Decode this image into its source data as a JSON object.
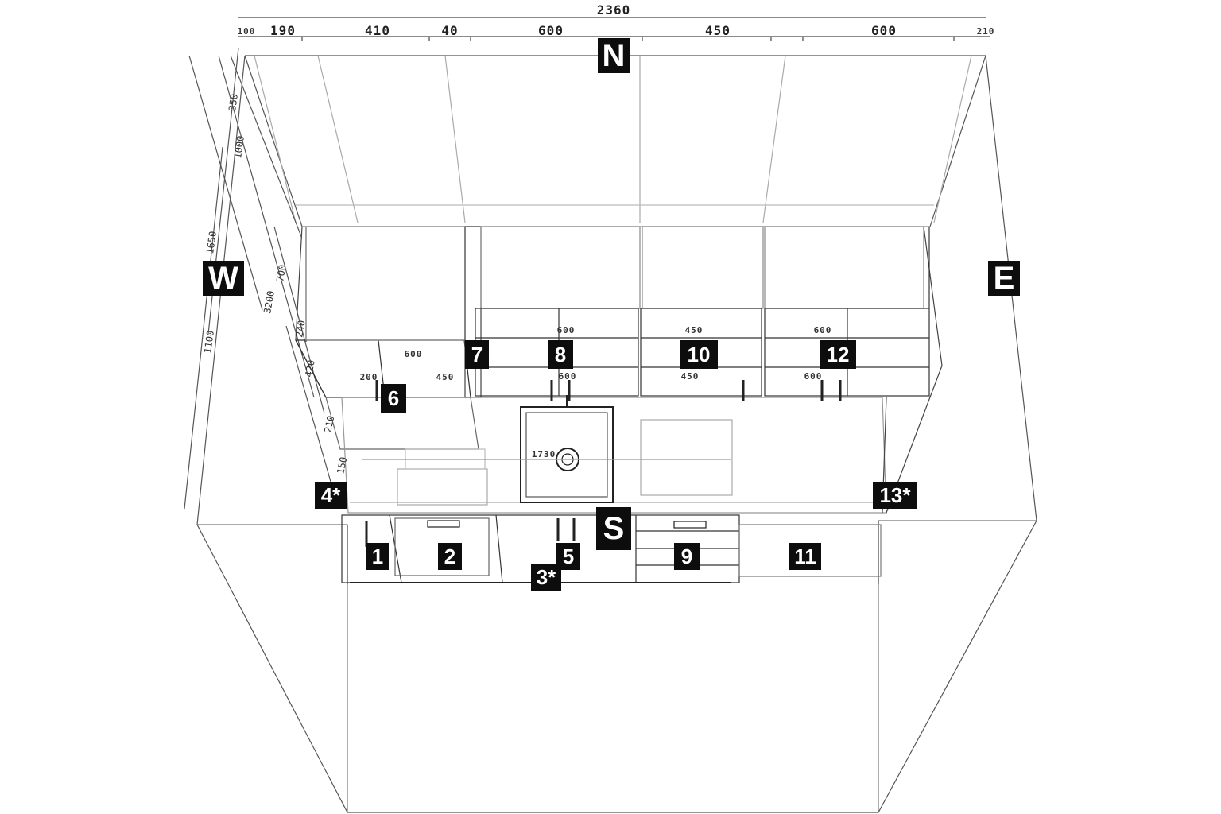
{
  "compass": {
    "north": "N",
    "south": "S",
    "east": "E",
    "west": "W"
  },
  "top_dimensions": {
    "overall": "2360",
    "segments": [
      "190",
      "410",
      "40",
      "600",
      "450",
      "600"
    ],
    "left_end": "100",
    "right_end": "210"
  },
  "left_dimensions": [
    "3200",
    "1650",
    "1100",
    "1000",
    "700",
    "350",
    "240",
    "420",
    "210",
    "150"
  ],
  "cabinet_dimensions": {
    "wall_left_top": "600",
    "wall_left_a": "200",
    "wall_left_b": "450",
    "upper_8_top": "600",
    "upper_8_bottom": "600",
    "upper_10_top": "450",
    "upper_10_bottom": "450",
    "upper_12_top": "600",
    "upper_12_bottom": "600",
    "counter": "1730"
  },
  "labels": [
    "1",
    "2",
    "3*",
    "4*",
    "5",
    "6",
    "7",
    "8",
    "9",
    "10",
    "11",
    "12",
    "13*"
  ]
}
